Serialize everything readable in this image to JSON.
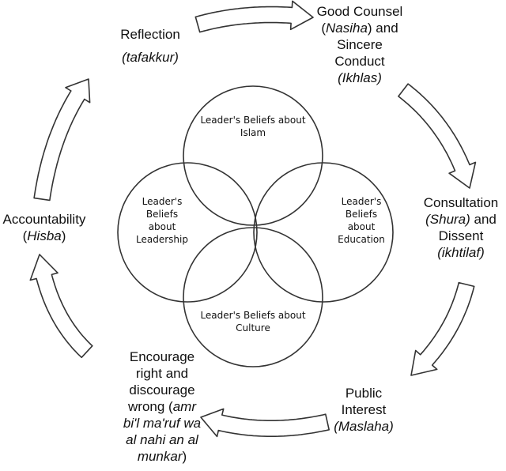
{
  "colors": {
    "stroke": "#333333",
    "text": "#111111",
    "background": "#ffffff"
  },
  "cycle": {
    "reflection": {
      "title": "Reflection",
      "term": "(tafakkur)"
    },
    "good_counsel": {
      "line1": "Good Counsel",
      "term1": "Nasiha",
      "and1": ") and",
      "line3": "Sincere",
      "line4": "Conduct",
      "term2": "(Ikhlas)"
    },
    "consultation": {
      "line1": "Consultation",
      "term1": "(Shura)",
      "and1": " and",
      "line3": "Dissent",
      "term2": "(ikhtilaf)"
    },
    "public_interest": {
      "line1": "Public",
      "line2": "Interest",
      "term": "(Maslaha)"
    },
    "encourage": {
      "line1": "Encourage",
      "line2": "right and",
      "line3": "discourage",
      "line4_plain": "wrong (",
      "line4_term": "amr",
      "line5": "bi'l ma'ruf wa",
      "line6": "al nahi an al",
      "line7_term": "munkar",
      "line7_close": ")"
    },
    "accountability": {
      "title": "Accountability",
      "term_open": "(",
      "term": "Hisba",
      "term_close": ")"
    }
  },
  "beliefs": {
    "islam": {
      "line1": "Leader's Beliefs about",
      "line2": "Islam"
    },
    "leadership": {
      "line1": "Leader's",
      "line2": "Beliefs",
      "line3": "about",
      "line4": "Leadership"
    },
    "education": {
      "line1": "Leader's",
      "line2": "Beliefs",
      "line3": "about",
      "line4": "Education"
    },
    "culture": {
      "line1": "Leader's Beliefs about",
      "line2": "Culture"
    }
  }
}
